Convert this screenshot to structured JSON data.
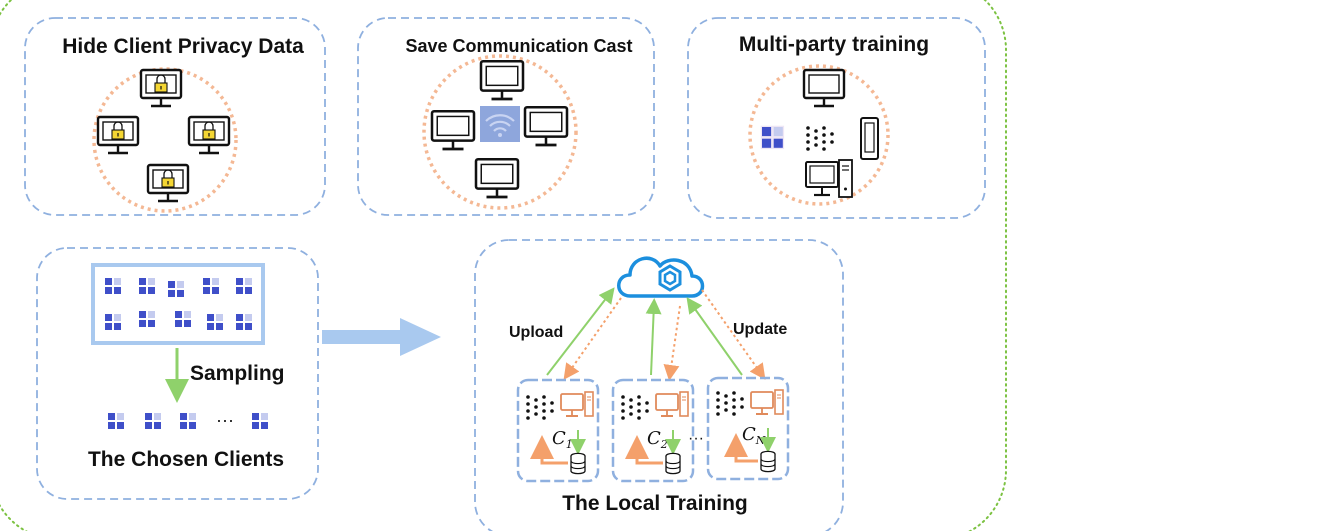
{
  "panels": {
    "privacy": {
      "title": "Hide Client Privacy Data"
    },
    "communication": {
      "title": "Save Communication Cast"
    },
    "multiparty": {
      "title": "Multi-party training"
    }
  },
  "sampling": {
    "step_label": "Sampling",
    "ellipsis": "···",
    "caption": "The Chosen Clients"
  },
  "local_training": {
    "upload_label": "Upload",
    "update_label": "Update",
    "caption": "The Local Training",
    "clients": [
      {
        "name": "C",
        "sub": "1"
      },
      {
        "name": "C",
        "sub": "2"
      },
      {
        "name": "C",
        "sub": "N"
      }
    ],
    "ellipsis": "···"
  },
  "colors": {
    "outer_border": "#7cc242",
    "panel_border": "#8fb0df",
    "peach_ring": "#f4b894",
    "upload_arrow": "#8fd16b",
    "update_arrow": "#f4a06b",
    "cloud": "#1c8fde",
    "client_block_dark": "#3f4fc9",
    "client_block_light": "#c4cbef",
    "lock": "#f4d633"
  }
}
